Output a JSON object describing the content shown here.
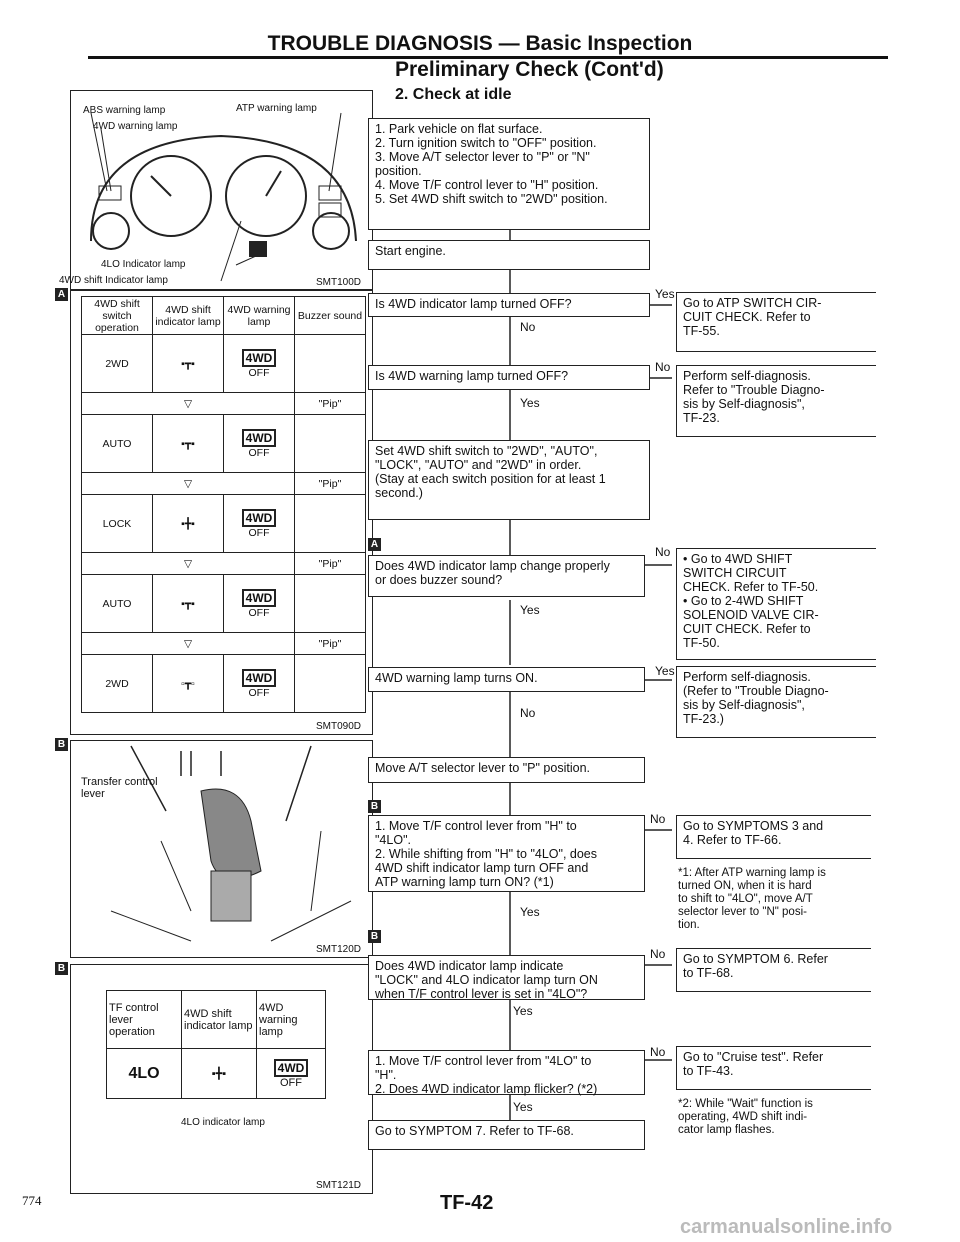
{
  "header": {
    "title": "TROUBLE DIAGNOSIS — Basic Inspection",
    "subtitle": "Preliminary Check (Cont'd)",
    "section": "2. Check at idle"
  },
  "fig1": {
    "labels": {
      "abs": "ABS warning lamp",
      "atp": "ATP warning lamp",
      "wd4": "4WD warning lamp",
      "lo4": "4LO Indicator lamp",
      "shift": "4WD shift Indicator lamp"
    },
    "code": "SMT100D"
  },
  "fig2": {
    "marker": "A",
    "headers": [
      "4WD shift switch operation",
      "4WD shift indicator lamp",
      "4WD warning lamp",
      "Buzzer sound"
    ],
    "rows": [
      {
        "op": "2WD",
        "lamp": "4WD",
        "state": "OFF",
        "buzzer": ""
      },
      {
        "op": "AUTO",
        "lamp": "4WD",
        "state": "OFF",
        "buzzer": "\"Pip\""
      },
      {
        "op": "LOCK",
        "lamp": "4WD",
        "state": "OFF",
        "buzzer": "\"Pip\""
      },
      {
        "op": "AUTO",
        "lamp": "4WD",
        "state": "OFF",
        "buzzer": "\"Pip\""
      },
      {
        "op": "2WD",
        "lamp": "4WD",
        "state": "OFF",
        "buzzer": "\"Pip\""
      }
    ],
    "code": "SMT090D"
  },
  "fig3": {
    "marker": "B",
    "label": "Transfer control lever",
    "code": "SMT120D"
  },
  "fig4": {
    "marker": "B",
    "headers": [
      "TF control lever operation",
      "4WD shift indicator lamp",
      "4WD warning lamp"
    ],
    "op": "4LO",
    "lamp": "4WD",
    "state": "OFF",
    "note": "4LO indicator lamp",
    "code": "SMT121D"
  },
  "flow": {
    "step1": "1. Park vehicle on flat surface.\n2. Turn ignition switch to \"OFF\" position.\n3. Move A/T selector lever to \"P\" or \"N\"\n    position.\n4. Move T/F control lever to \"H\" position.\n5. Set 4WD shift switch to \"2WD\" position.",
    "step2": "Start engine.",
    "q1": "Is 4WD indicator lamp turned OFF?",
    "q1_yes": "Go to ATP SWITCH CIR-\nCUIT CHECK. Refer to\nTF-55.",
    "q2": "Is 4WD warning lamp turned OFF?",
    "q2_no": "Perform self-diagnosis.\nRefer to \"Trouble Diagno-\nsis by Self-diagnosis\",\nTF-23.",
    "step3": "Set 4WD shift switch to \"2WD\", \"AUTO\",\n\"LOCK\", \"AUTO\" and \"2WD\" in order.\n(Stay at each switch position for at least 1\nsecond.)",
    "marker_a": "A",
    "q3": "Does 4WD indicator lamp change properly\nor does buzzer sound?",
    "q3_no": "• Go to 4WD SHIFT\n   SWITCH CIRCUIT\n   CHECK. Refer to TF-50.\n• Go to 2-4WD SHIFT\n   SOLENOID VALVE CIR-\n   CUIT CHECK. Refer to\n   TF-50.",
    "q4": "4WD warning lamp turns ON.",
    "q4_yes": "Perform self-diagnosis.\n(Refer to \"Trouble Diagno-\nsis by Self-diagnosis\",\nTF-23.)",
    "step4": "Move A/T selector lever to \"P\" position.",
    "marker_b1": "B",
    "q5": "1. Move T/F control lever from \"H\" to\n    \"4LO\".\n2. While shifting from \"H\" to \"4LO\", does\n    4WD shift indicator lamp turn OFF and\n    ATP warning lamp turn ON? (*1)",
    "q5_no": "Go to SYMPTOMS 3 and\n4. Refer to TF-66.",
    "note1": "*1: After ATP warning lamp is\n     turned ON, when it is hard\n     to shift to \"4LO\", move A/T\n     selector lever to \"N\" posi-\n     tion.",
    "marker_b2": "B",
    "q6": "Does 4WD indicator lamp indicate\n\"LOCK\" and 4LO indicator lamp turn ON\nwhen T/F control lever is set in \"4LO\"?",
    "q6_no": "Go to SYMPTOM 6. Refer\nto TF-68.",
    "q7": "1. Move T/F control lever from \"4LO\" to\n    \"H\".\n2. Does 4WD indicator lamp flicker? (*2)",
    "q7_no": "Go to \"Cruise test\". Refer\nto TF-43.",
    "note2": "*2: While \"Wait\" function is\n     operating, 4WD shift indi-\n     cator lamp flashes.",
    "final": "Go to SYMPTOM 7. Refer to TF-68.",
    "yes": "Yes",
    "no": "No"
  },
  "footer": {
    "page_left": "774",
    "page_code": "TF-42",
    "watermark": "carmanualsonline.info"
  }
}
